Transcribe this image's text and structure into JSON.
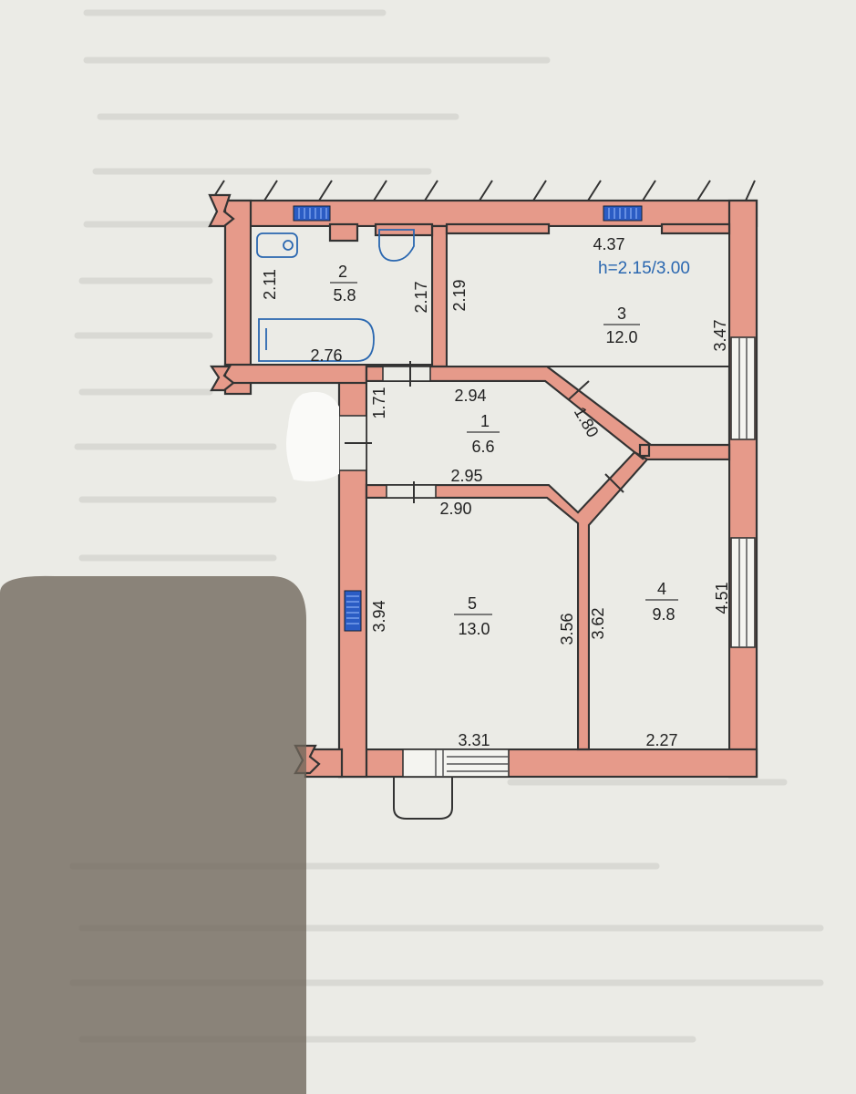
{
  "plan": {
    "height_note": "h=2.15/3.00",
    "rooms": [
      {
        "number": "1",
        "area": "6.6"
      },
      {
        "number": "2",
        "area": "5.8"
      },
      {
        "number": "3",
        "area": "12.0"
      },
      {
        "number": "4",
        "area": "9.8"
      },
      {
        "number": "5",
        "area": "13.0"
      }
    ],
    "dims": {
      "d_437": "4.37",
      "d_211": "2.11",
      "d_217": "2.17",
      "d_219": "2.19",
      "d_276": "2.76",
      "d_347": "3.47",
      "d_171": "1.71",
      "d_294": "2.94",
      "d_180": "1.80",
      "d_295": "2.95",
      "d_290": "2.90",
      "d_394": "3.94",
      "d_356": "3.56",
      "d_362": "3.62",
      "d_451": "4.51",
      "d_331": "3.31",
      "d_227": "2.27"
    }
  },
  "colors": {
    "wall_fill": "#e69a8a",
    "line": "#333333",
    "label_blue": "#2a67b0",
    "radiator": "#2b5cc4",
    "paper": "#ebebe6"
  }
}
